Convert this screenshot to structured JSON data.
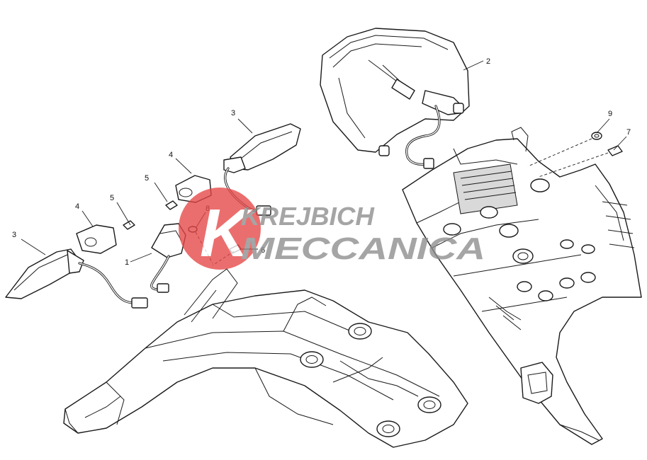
{
  "diagram": {
    "callouts": [
      {
        "id": "1",
        "label": "1"
      },
      {
        "id": "2",
        "label": "2"
      },
      {
        "id": "3a",
        "label": "3"
      },
      {
        "id": "3b",
        "label": "3"
      },
      {
        "id": "4a",
        "label": "4"
      },
      {
        "id": "4b",
        "label": "4"
      },
      {
        "id": "5a",
        "label": "5"
      },
      {
        "id": "5b",
        "label": "5"
      },
      {
        "id": "6",
        "label": "6"
      },
      {
        "id": "7",
        "label": "7"
      },
      {
        "id": "8",
        "label": "8"
      },
      {
        "id": "9",
        "label": "9"
      }
    ]
  },
  "watermark": {
    "line1": "KREJBICH",
    "line2": "MECCANICA",
    "logo_letter": "K",
    "colors": {
      "badge": "#e64646",
      "text": "#8c8c8c"
    }
  }
}
